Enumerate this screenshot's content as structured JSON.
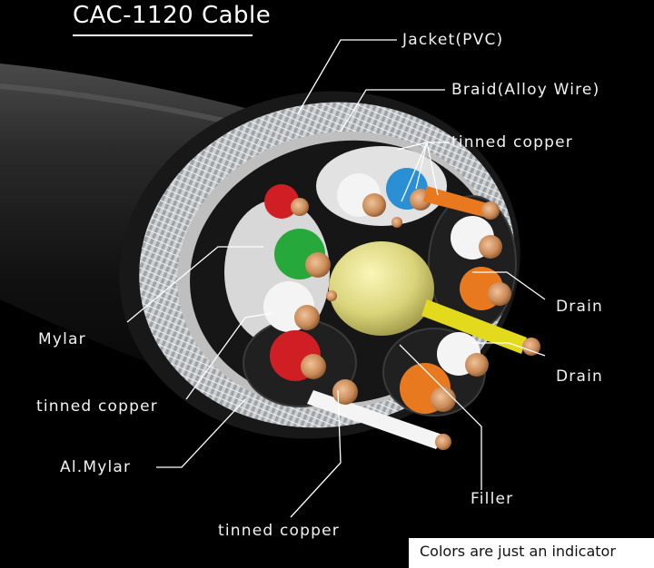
{
  "title": "CAC-1120 Cable",
  "note": "Colors are just an indicator",
  "labels": {
    "jacket": "Jacket(PVC)",
    "braid": "Braid(Alloy Wire)",
    "tinned_copper_top": "tinned copper",
    "drain_1": "Drain",
    "drain_2": "Drain",
    "mylar": "Mylar",
    "tinned_copper_left": "tinned copper",
    "al_mylar": "Al.Mylar",
    "filler": "Filler",
    "tinned_copper_bottom": "tinned copper"
  },
  "colors": {
    "background": "#000000",
    "jacket": "#1b1b1b",
    "braid": "#cfd2d4",
    "mylar": "#d8d8d8",
    "filler": "#d9d47a",
    "copper": "#c98a57",
    "red": "#d01e25",
    "green": "#27a83a",
    "blue": "#2b8fd6",
    "orange": "#e9791f",
    "yellow": "#e3d91d",
    "white": "#f4f4f4"
  }
}
